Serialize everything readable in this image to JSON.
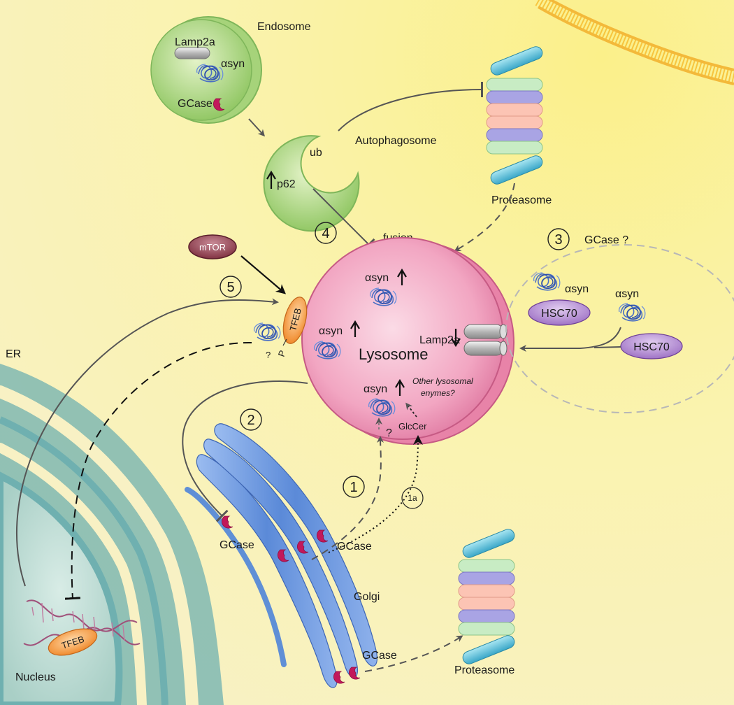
{
  "labels": {
    "endosome": "Endosome",
    "lamp2a_endo": "Lamp2a",
    "asyn_endo": "αsyn",
    "gcase_endo": "GCase",
    "autophagosome": "Autophagosome",
    "ub": "ub",
    "p62": "p62",
    "proteasome_top": "Proteasome",
    "proteasome_bottom": "Proteasome",
    "fusion": "fusion",
    "mtor": "mTOR",
    "tfeb": "TFEB",
    "tfeb_nucleus": "TFEB",
    "p": "P",
    "question_tfeb": "?",
    "lysosome": "Lysosome",
    "asyn_lyso_top": "αsyn",
    "asyn_lyso_left": "αsyn",
    "asyn_lyso_bottom": "αsyn",
    "lamp2a_lyso": "Lamp2a",
    "other_enzymes_1": "Other lysosomal",
    "other_enzymes_2": "enymes?",
    "glccer": "GlcCer",
    "question_lyso": "?",
    "gcase_question": "GCase ?",
    "asyn_cma1": "αsyn",
    "asyn_cma2": "αsyn",
    "hsc70_1": "HSC70",
    "hsc70_2": "HSC70",
    "er": "ER",
    "golgi": "Golgi",
    "gcase_golgi_1": "GCase",
    "gcase_golgi_2": "GCase",
    "gcase_golgi_3": "GCase",
    "nucleus": "Nucleus"
  },
  "steps": {
    "s1": "1",
    "s1a": "1a",
    "s2": "2",
    "s3": "3",
    "s4": "4",
    "s5": "5"
  },
  "colors": {
    "background": "#faf3a8",
    "membrane": "#f6c84a",
    "endosome": "#9ccf6a",
    "lysosome": "#e883a8",
    "er": "#6fb0b0",
    "nucleus": "#b8d8d0",
    "golgi": "#5f8fd6",
    "gcase": "#c2185b",
    "hsc70": "#a476c6",
    "mtor": "#8a3a4a",
    "tfeb": "#f59a3e"
  }
}
